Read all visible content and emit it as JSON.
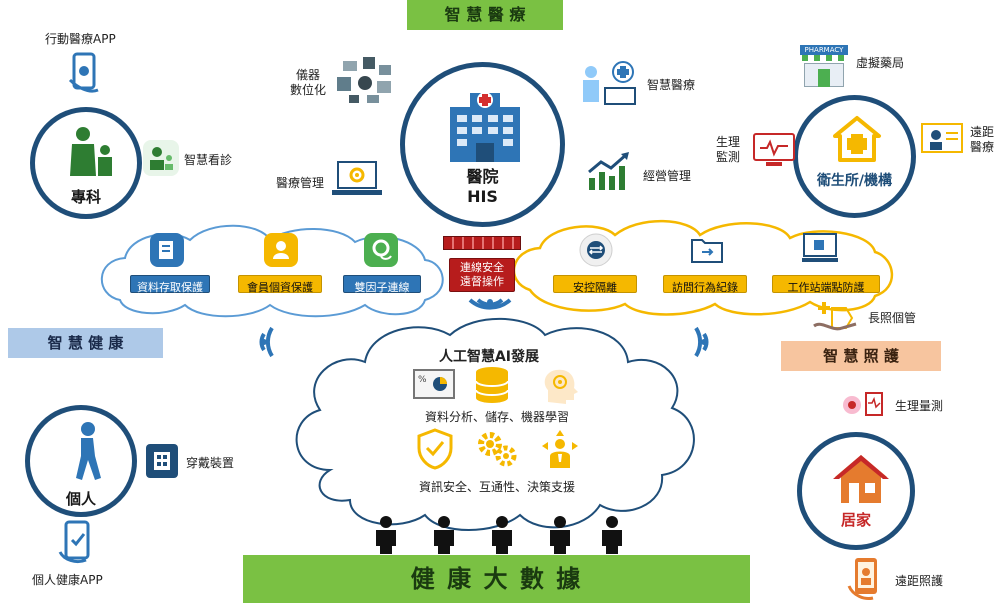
{
  "title_top": "智 慧 醫 療",
  "title_left": "智 慧 健 康",
  "title_right": "智 慧 照 護",
  "title_bottom": "健 康 大 數 據",
  "hospital": {
    "line1": "醫院",
    "line2": "HIS"
  },
  "specialty": "專科",
  "individual": "個人",
  "clinic": "衛生所/機構",
  "home": "居家",
  "labels": {
    "mobile_app": "行動醫療APP",
    "smart_consult": "智慧看診",
    "instrument_line1": "儀器",
    "instrument_line2": "數位化",
    "med_mgmt": "醫療管理",
    "smart_medical": "智慧醫療",
    "business_mgmt": "經營管理",
    "virtual_pharmacy": "虛擬藥局",
    "vital_line1": "生理",
    "vital_line2": "監測",
    "tele_line1": "遠距",
    "tele_line2": "醫療",
    "longterm": "長照個管",
    "vital_measure": "生理量測",
    "remote_care": "遠距照護",
    "wearable": "穿戴裝置",
    "personal_app": "個人健康APP",
    "ai_title": "人工智慧AI發展",
    "ai_row1": "資料分析、儲存、機器學習",
    "ai_row2": "資訊安全、互通性、決策支援"
  },
  "chips_left": [
    "資料存取保護",
    "會員個資保護",
    "雙因子連線"
  ],
  "chip_center": {
    "line1": "連線安全",
    "line2": "遠督操作"
  },
  "chips_right": [
    "安控隔離",
    "訪問行為紀錄",
    "工作站端點防護"
  ],
  "pharmacy_sign": "PHARMACY",
  "colors": {
    "green": "#7ac143",
    "navy": "#1f4e79",
    "blue": "#2e75b6",
    "gold": "#f5b800",
    "red": "#b71c1c"
  }
}
